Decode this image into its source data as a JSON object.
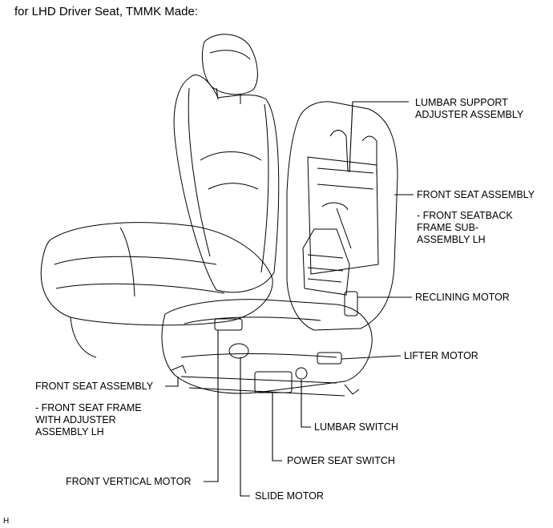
{
  "title": "for LHD Driver Seat, TMMK Made:",
  "labels": {
    "lumbar_support": "LUMBAR SUPPORT\nADJUSTER ASSEMBLY",
    "front_seat_assembly_upper": "FRONT SEAT ASSEMBLY",
    "front_seatback_frame": "- FRONT SEATBACK\nFRAME SUB-\nASSEMBLY LH",
    "reclining_motor": "RECLINING MOTOR",
    "lifter_motor": "LIFTER MOTOR",
    "front_seat_assembly_lower": "FRONT SEAT ASSEMBLY",
    "front_seat_frame": "- FRONT SEAT FRAME\nWITH ADJUSTER\nASSEMBLY LH",
    "lumbar_switch": "LUMBAR SWITCH",
    "power_seat_switch": "POWER SEAT SWITCH",
    "front_vertical_motor": "FRONT VERTICAL MOTOR",
    "slide_motor": "SLIDE MOTOR"
  },
  "footer_code": "H"
}
